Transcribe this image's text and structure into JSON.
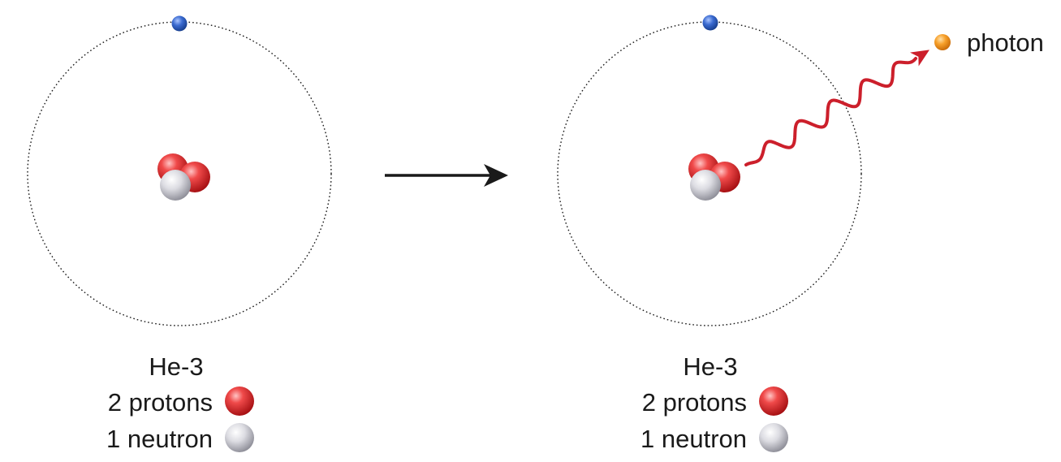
{
  "atoms": [
    {
      "id": "before",
      "label": "He-3",
      "protons_text": "2 protons",
      "neutrons_text": "1 neutron",
      "electrons": 1,
      "emits_photon": false
    },
    {
      "id": "after",
      "label": "He-3",
      "protons_text": "2 protons",
      "neutrons_text": "1 neutron",
      "electrons": 1,
      "emits_photon": true
    }
  ],
  "photon": {
    "label": "photon",
    "color": "#f39a1e"
  },
  "colors": {
    "proton": "#e02828",
    "neutron": "#d4d4da",
    "electron": "#2f63c4",
    "photon_wave": "#cc1f2b",
    "arrow": "#1a1a1a",
    "orbit": "#1a1a1a"
  }
}
